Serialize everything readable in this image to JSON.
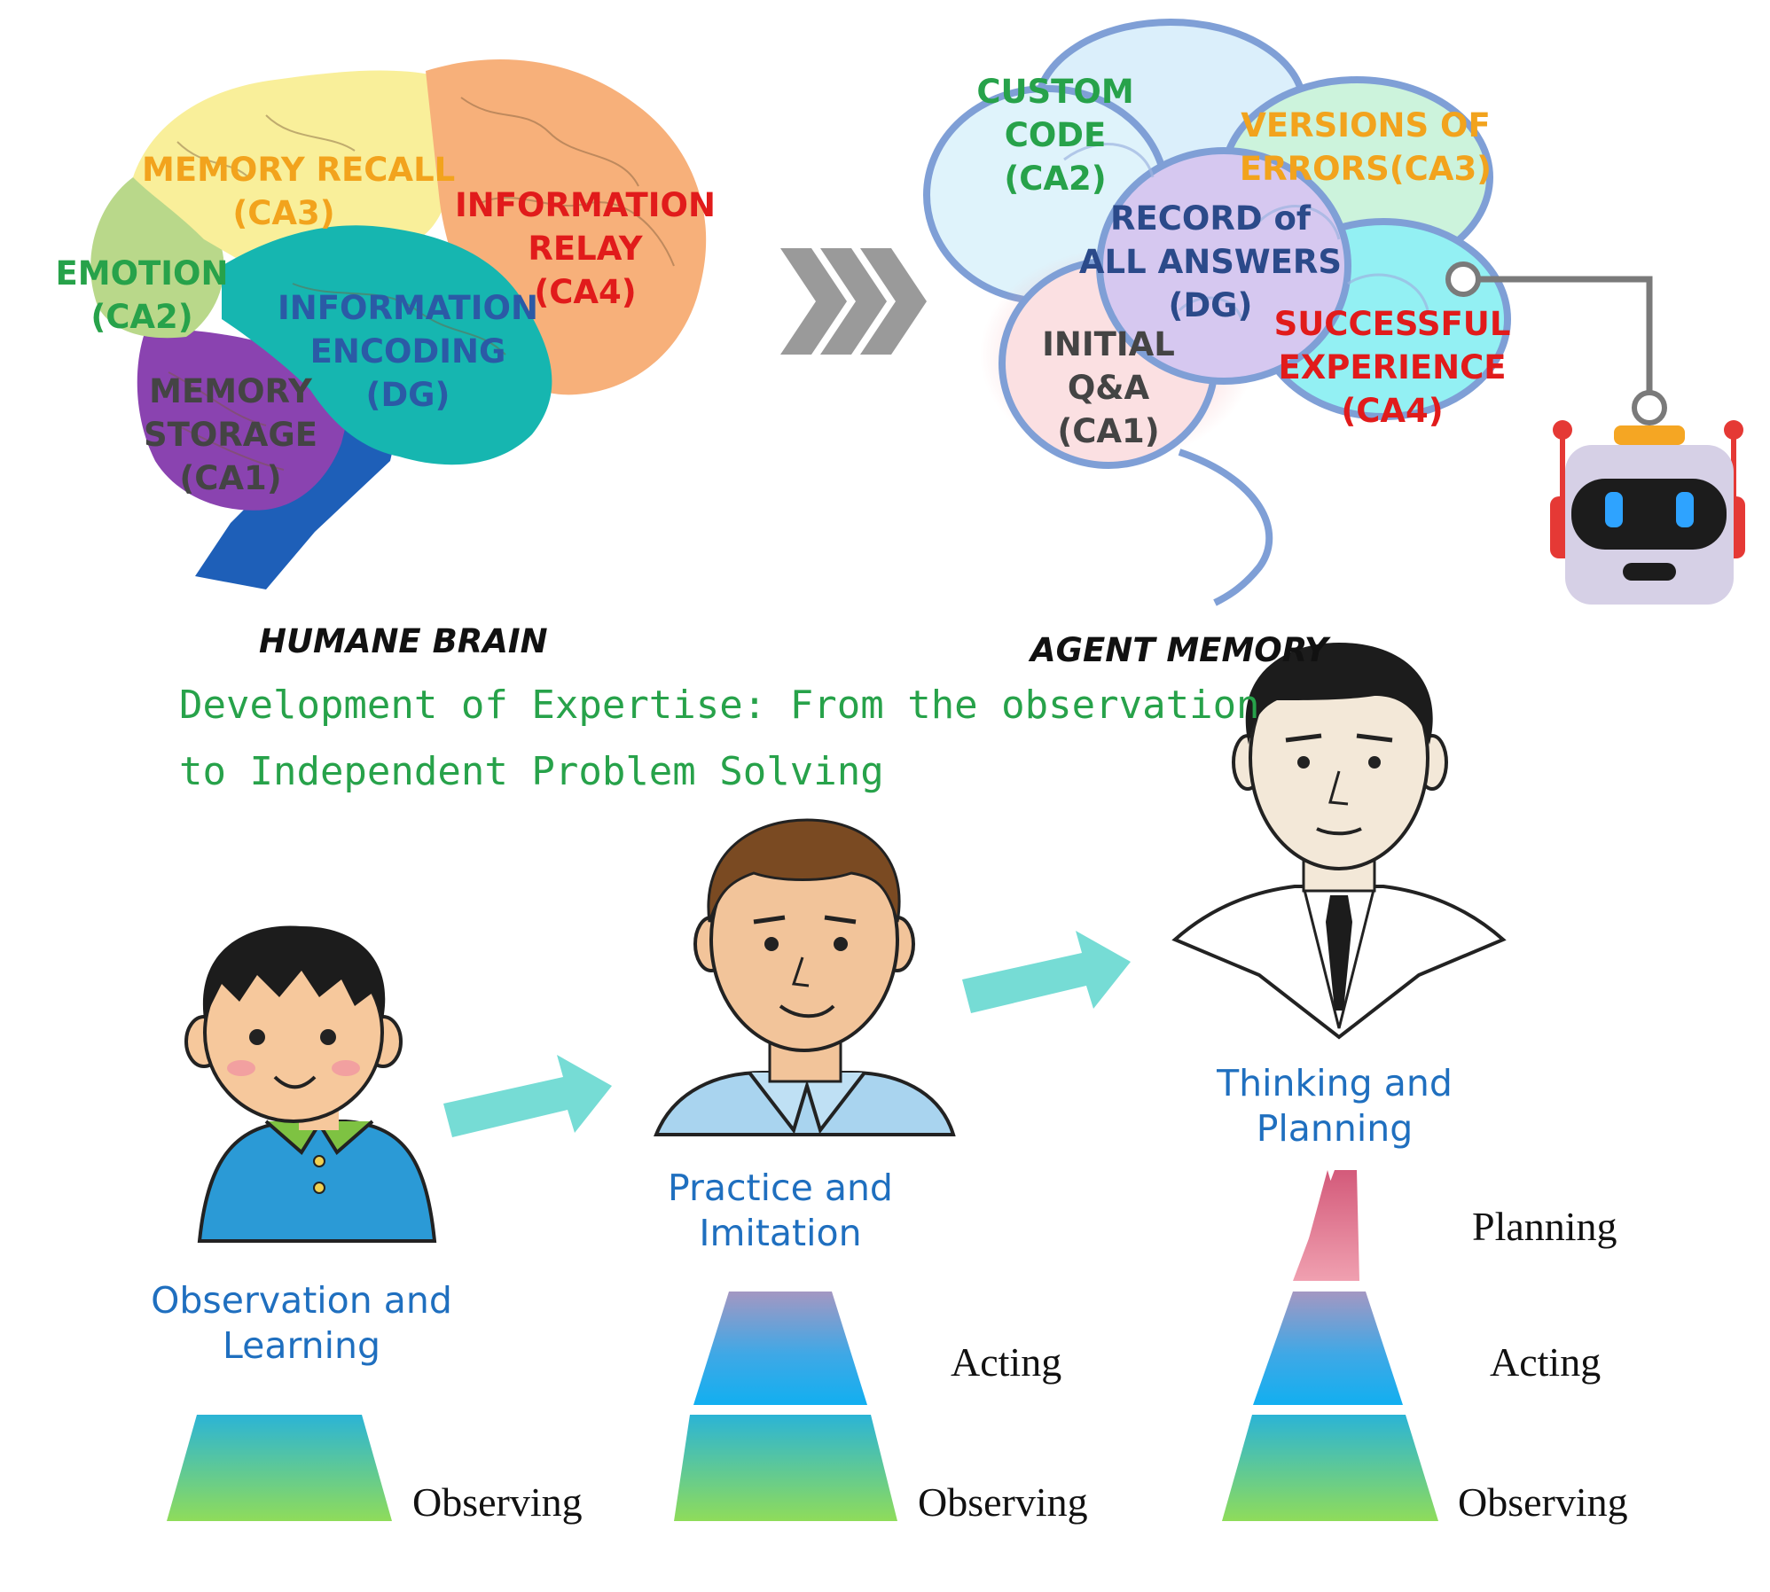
{
  "brain": {
    "caption": "HUMANE BRAIN",
    "regions": [
      {
        "id": "memory_recall",
        "lines": [
          "MEMORY RECALL",
          "(CA3)"
        ],
        "color": "#f2a31d"
      },
      {
        "id": "information_relay",
        "lines": [
          "INFORMATION",
          "RELAY",
          "(CA4)"
        ],
        "color": "#e11b1b"
      },
      {
        "id": "emotion",
        "lines": [
          "EMOTION",
          "(CA2)"
        ],
        "color": "#27a24a"
      },
      {
        "id": "information_encoding",
        "lines": [
          "INFORMATION",
          "ENCODING",
          "(DG)"
        ],
        "color": "#2b5aa6"
      },
      {
        "id": "memory_storage",
        "lines": [
          "MEMORY",
          "STORAGE",
          "(CA1)"
        ],
        "color": "#444444"
      }
    ]
  },
  "agent": {
    "caption": "AGENT MEMORY",
    "regions": [
      {
        "id": "custom_code",
        "lines": [
          "CUSTOM",
          "CODE",
          "(CA2)"
        ],
        "color": "#27a24a"
      },
      {
        "id": "versions_of_errors",
        "lines": [
          "VERSIONS OF",
          "ERRORS(CA3)"
        ],
        "color": "#f2a31d"
      },
      {
        "id": "record_of_all_answers",
        "lines": [
          "RECORD of",
          "ALL ANSWERS",
          "(DG)"
        ],
        "color": "#2b4a8a"
      },
      {
        "id": "initial_qa",
        "lines": [
          "INITIAL",
          "Q&A",
          "(CA1)"
        ],
        "color": "#444444"
      },
      {
        "id": "successful_experience",
        "lines": [
          "SUCCESSFUL",
          "EXPERIENCE",
          "(CA4)"
        ],
        "color": "#e11b1b"
      }
    ]
  },
  "expertise": {
    "title_lines": [
      "Development of Expertise: From the observation",
      "to Independent Problem Solving"
    ],
    "stages": [
      {
        "label_lines": [
          "Observation and",
          "Learning"
        ],
        "levels": [
          "Observing"
        ]
      },
      {
        "label_lines": [
          "Practice and",
          "Imitation"
        ],
        "levels": [
          "Acting",
          "Observing"
        ]
      },
      {
        "label_lines": [
          "Thinking and",
          "Planning"
        ],
        "levels": [
          "Planning",
          "Acting",
          "Observing"
        ]
      }
    ]
  }
}
